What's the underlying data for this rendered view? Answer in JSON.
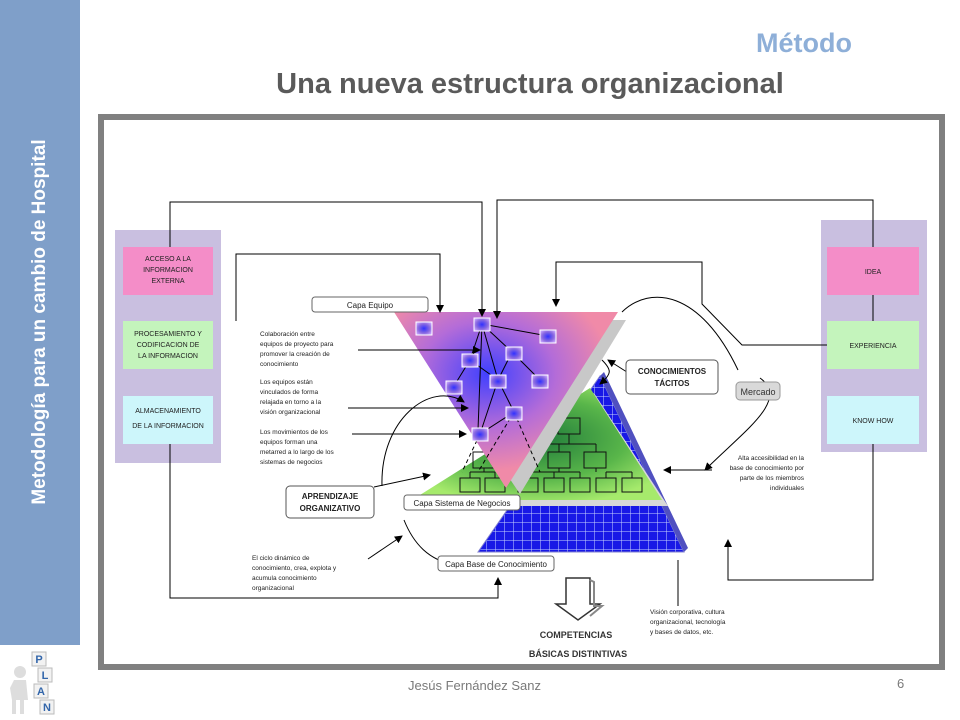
{
  "sidebar": {
    "title": "Metodología para un cambio de Hospital"
  },
  "logo": {
    "letters": [
      "P",
      "L",
      "A",
      "N"
    ]
  },
  "header": {
    "small_title": "Método",
    "main_title": "Una nueva estructura organizacional"
  },
  "left_boxes": {
    "acceso": [
      "ACCESO A LA",
      "INFORMACION",
      "EXTERNA"
    ],
    "procesamiento": [
      "PROCESAMIENTO  Y",
      "CODIFICACION  DE",
      "LA INFORMACION"
    ],
    "almacenamiento": [
      "ALMACENAMIENTO",
      "DE LA INFORMACION"
    ]
  },
  "right_boxes": {
    "idea": "IDEA",
    "experiencia": "EXPERIENCIA",
    "know_how": "KNOW HOW"
  },
  "layers": {
    "equipo": "Capa Equipo",
    "sistema": "Capa Sistema de Negocios",
    "base": "Capa Base de Conocimiento"
  },
  "annotations": {
    "colaboracion": [
      "Colaboración  entre",
      "equipos de proyecto para",
      "promover la creación de",
      "conocimiento"
    ],
    "vinculados": [
      "Los equipos están",
      "vinculados de forma",
      "relajada  en torno a la",
      "visión organizacional"
    ],
    "movimientos": [
      "Los movimientos de los",
      "equipos forman una",
      "metarred a lo largo  de los",
      "sistemas de negocios"
    ],
    "ciclo": [
      "El ciclo dinámico de",
      "conocimiento, crea, explota y",
      "acumula conocimiento",
      "organizacional"
    ],
    "accesibilidad": [
      "Alta accesibilidad en la",
      "base de conocimiento por",
      "parte de los miembros",
      "individuales"
    ],
    "vision": [
      "Visión corporativa,  cultura",
      "organizacional,  tecnología",
      "y bases de datos, etc."
    ]
  },
  "labels": {
    "aprendizaje": [
      "APRENDIZAJE",
      "ORGANIZATIVO"
    ],
    "conocimientos": [
      "CONOCIMIENTOS",
      "TÁCITOS"
    ],
    "mercado": "Mercado",
    "competencias": [
      "COMPETENCIAS",
      "BÁSICAS DISTINTIVAS"
    ]
  },
  "footer": {
    "author": "Jesús Fernández Sanz",
    "page": "6"
  }
}
